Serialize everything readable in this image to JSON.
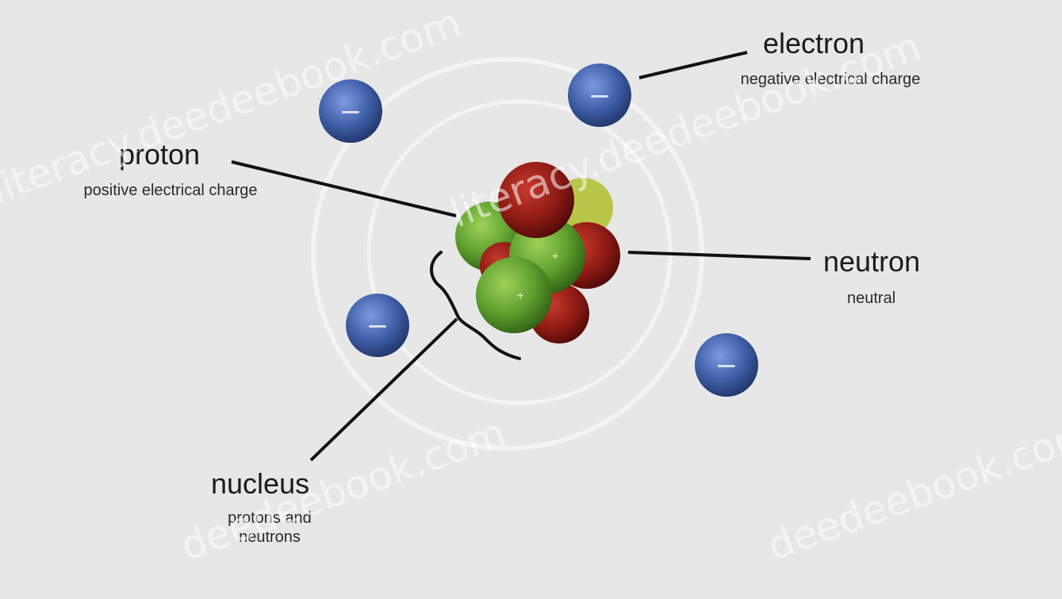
{
  "labels": {
    "electron": {
      "title": "electron",
      "desc": "negative electrical charge"
    },
    "proton": {
      "title": "proton",
      "desc": "positive electrical charge"
    },
    "neutron": {
      "title": "neutron",
      "desc": "neutral"
    },
    "nucleus": {
      "title": "nucleus",
      "desc": "protons and neutrons"
    }
  },
  "charges": {
    "electron": "−",
    "proton": "+"
  },
  "watermarks": [
    "literacy.deedeebook.com",
    "literacy.deedeebook.com",
    "deedeebook.com",
    "deedeebook.com"
  ],
  "colors": {
    "electron": "#3f5fa8",
    "proton": "#5fa12e",
    "neutron": "#8e1a14",
    "orbit": "#f2f2f2",
    "line": "#111111"
  }
}
